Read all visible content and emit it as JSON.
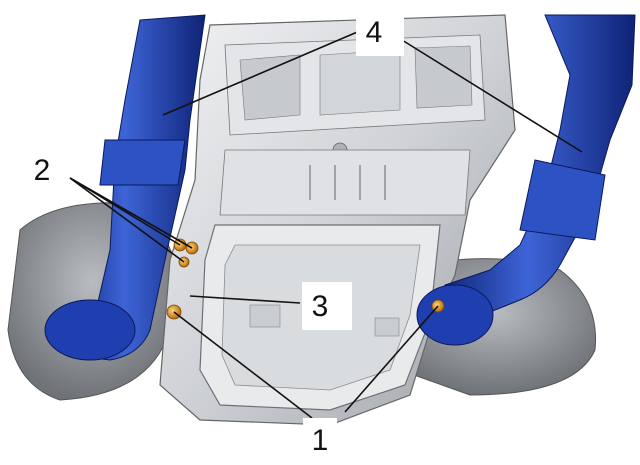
{
  "figure": {
    "description_visible": false,
    "colors": {
      "pipe_blue": "#1f3fb0",
      "pipe_blue_light": "#3d64d6",
      "pipe_blue_dark": "#0f2377",
      "engine_gray": "#cfd2d6",
      "engine_light": "#eceef0",
      "engine_dark": "#8d9196",
      "sensor_orange": "#e39a1c",
      "leader_line": "#111111"
    }
  },
  "callouts": [
    {
      "id": "1",
      "label": "1"
    },
    {
      "id": "2",
      "label": "2"
    },
    {
      "id": "3",
      "label": "3"
    },
    {
      "id": "4",
      "label": "4"
    }
  ]
}
